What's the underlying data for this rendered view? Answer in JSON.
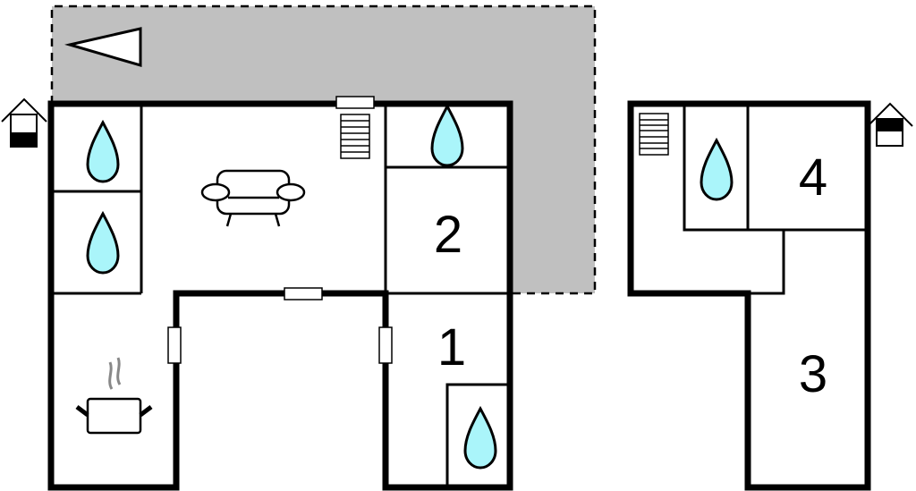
{
  "rooms": {
    "bedroom_1": "1",
    "bedroom_2": "2",
    "bedroom_3": "3",
    "bedroom_4": "4"
  },
  "colors": {
    "terrace": "#c0c0c0",
    "water": "#aaf5fa",
    "wall": "#000000"
  },
  "icons": [
    "compass-arrow-icon",
    "entrance-icon",
    "bathroom-icon",
    "stairs-icon",
    "sofa-icon",
    "kitchen-pot-icon",
    "door-icon"
  ]
}
